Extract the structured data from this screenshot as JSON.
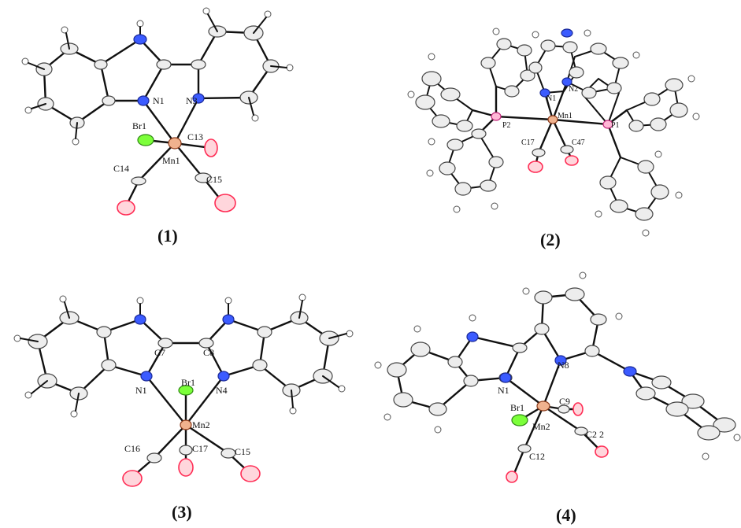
{
  "panels": [
    {
      "caption": "(1)",
      "labels": {
        "br": "Br1",
        "n1": "N1",
        "n3": "N3",
        "c13": "C13",
        "mn": "Mn1",
        "c14": "C14",
        "c15": "C15"
      }
    },
    {
      "caption": "(2)",
      "labels": {
        "p2": "P2",
        "n1": "N1",
        "n2": "N2",
        "mn": "Mn1",
        "p1": "P1",
        "c17": "C17",
        "c47": "C47"
      }
    },
    {
      "caption": "(3)",
      "labels": {
        "c7": "C7",
        "c8": "C8",
        "n1": "N1",
        "n4": "N4",
        "br": "Br1",
        "mn": "Mn2",
        "c16": "C16",
        "c17": "C17",
        "c15": "C15"
      }
    },
    {
      "caption": "(4)",
      "labels": {
        "n1": "N1",
        "n8": "N8",
        "c9": "C9",
        "br": "Br1",
        "mn": "Mn2",
        "c22": "C2 2",
        "c12": "C12"
      }
    }
  ],
  "colors": {
    "carbon": "#ededed",
    "hydrogen": "#ffffff",
    "nitrogen": "#3b5bff",
    "oxygen": "#ff2d55",
    "bromine": "#7cff3a",
    "manganese": "#f0b28e",
    "phosphorus": "#ffb7d6"
  }
}
